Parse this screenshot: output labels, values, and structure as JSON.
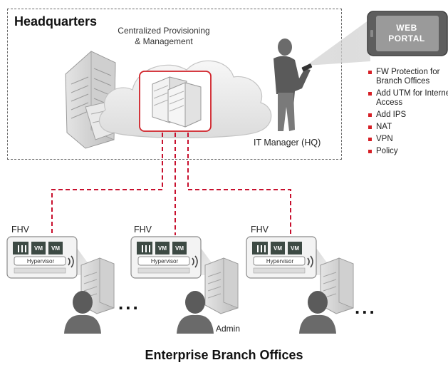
{
  "headquarters": {
    "title": "Headquarters",
    "provisioning_line1": "Centralized Provisioning",
    "provisioning_line2": "& Management",
    "it_manager_label": "IT Manager (HQ)"
  },
  "web_portal": {
    "line1": "WEB",
    "line2": "PORTAL"
  },
  "features": [
    "FW Protection for Branch Offices",
    "Add UTM for Internet Access",
    "Add IPS",
    "NAT",
    "VPN",
    "Policy"
  ],
  "branches": [
    {
      "label": "FHV",
      "hypervisor": "Hypervisor",
      "vm1": "VM",
      "vm2": "VM"
    },
    {
      "label": "FHV",
      "hypervisor": "Hypervisor",
      "vm1": "VM",
      "vm2": "VM",
      "user_label": "Admin"
    },
    {
      "label": "FHV",
      "hypervisor": "Hypervisor",
      "vm1": "VM",
      "vm2": "VM"
    }
  ],
  "ellipsis": "...",
  "footer": "Enterprise Branch Offices",
  "colors": {
    "link_red": "#c8102e",
    "accent_red": "#d61f26",
    "dashed_border": "#6a6a6a",
    "device_dark": "#3d4a44"
  }
}
